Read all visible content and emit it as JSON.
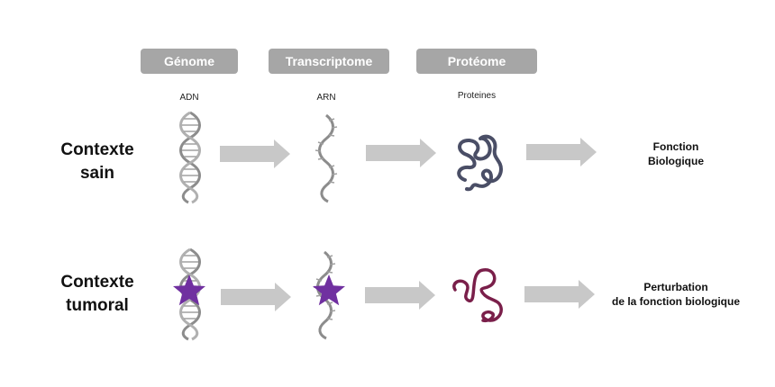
{
  "headers": {
    "genome": "Génome",
    "transcriptome": "Transcriptome",
    "proteome": "Protéome"
  },
  "molecules": {
    "dna": "ADN",
    "rna": "ARN",
    "proteins": "Proteines"
  },
  "rows": {
    "healthy": {
      "label": "Contexte\nsain",
      "outcome": "Fonction\nBiologique"
    },
    "tumoral": {
      "label": "Contexte\ntumoral",
      "outcome": "Perturbation\nde la fonction biologique"
    }
  },
  "colors": {
    "header_bg": "#a6a6a6",
    "arrow": "#c8c8c8",
    "helix": "#8c8c8c",
    "protein_healthy": "#4a4e66",
    "protein_tumoral": "#7a1f4a",
    "mutation_star": "#7030a0"
  }
}
